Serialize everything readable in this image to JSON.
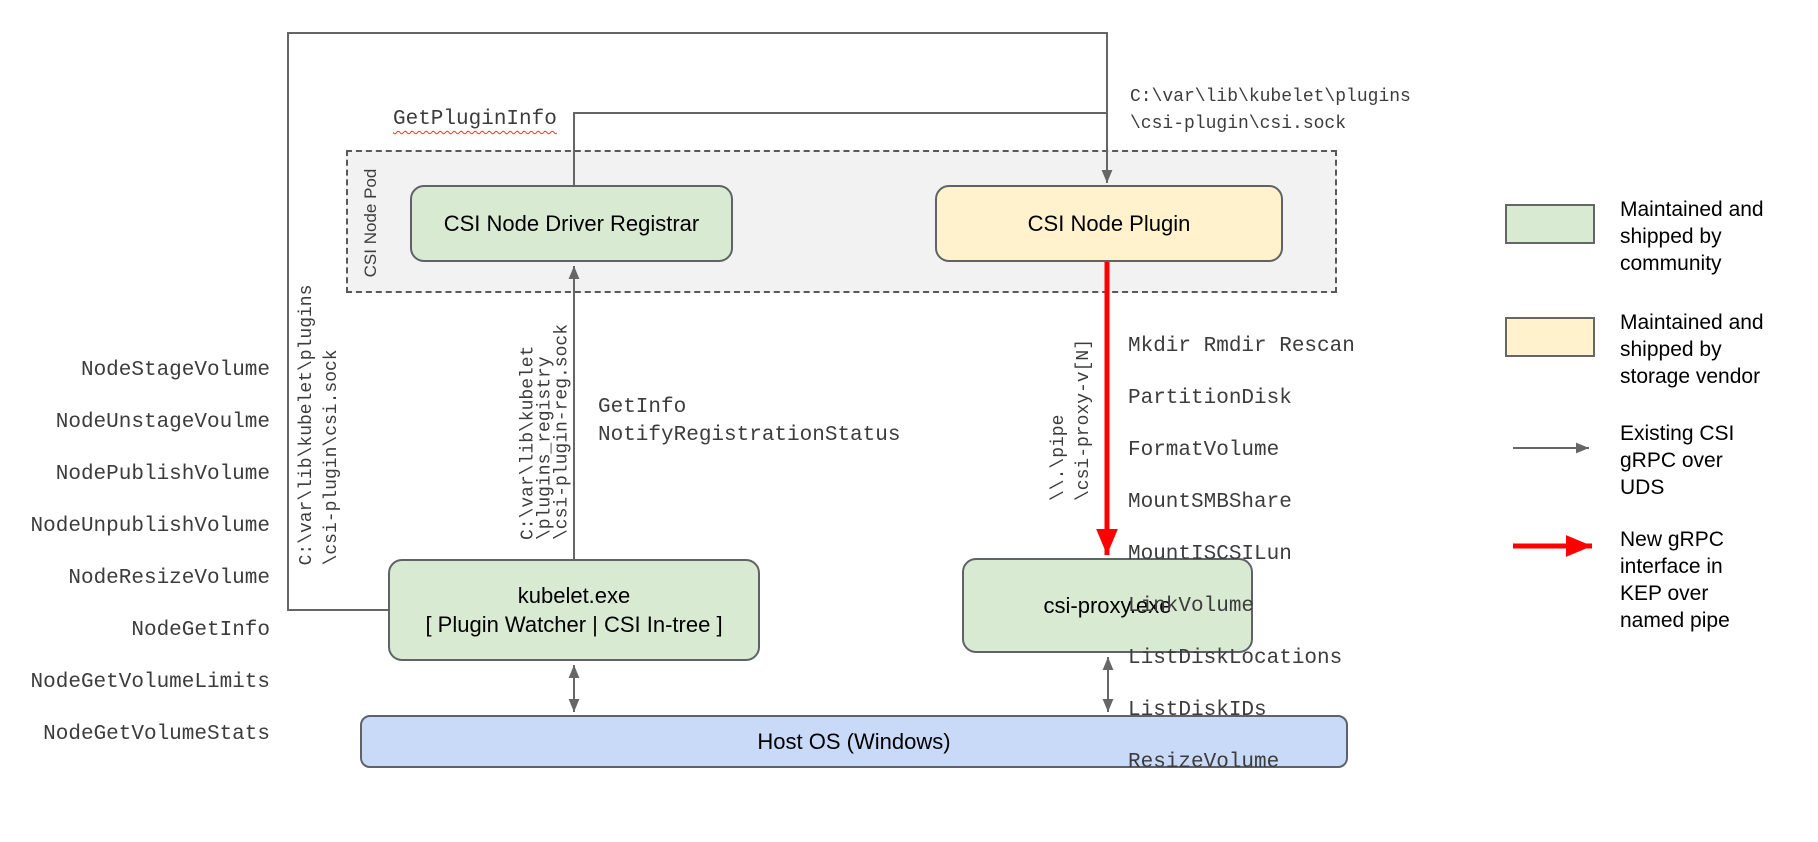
{
  "diagram": {
    "pod_label": "CSI Node Pod",
    "boxes": {
      "registrar": {
        "label": "CSI Node Driver Registrar",
        "color": "#d9ead3"
      },
      "node_plugin": {
        "label": "CSI Node Plugin",
        "color": "#fff2cc"
      },
      "kubelet": {
        "line1": "kubelet.exe",
        "line2": "[ Plugin Watcher | CSI In-tree ]",
        "color": "#d9ead3"
      },
      "csi_proxy": {
        "label": "csi-proxy.exe",
        "color": "#d9ead3"
      },
      "host_os": {
        "label": "Host OS (Windows)",
        "color": "#c9daf8"
      }
    },
    "labels": {
      "get_plugin_info": "GetPluginInfo",
      "csi_sock_path_top": "C:\\var\\lib\\kubelet\\plugins\n\\csi-plugin\\csi.sock",
      "csi_sock_path_left": "C:\\var\\lib\\kubelet\\plugins\n\\csi-plugin\\csi.sock",
      "reg_sock_path": "C:\\var\\lib\\kubelet\n\\plugins_registry\n\\csi-plugin-reg.sock",
      "named_pipe_path": "\\\\.\\pipe\n\\csi-proxy-v[N]",
      "registration_calls": "GetInfo\nNotifyRegistrationStatus"
    },
    "node_calls": [
      "NodeStageVolume",
      "NodeUnstageVoulme",
      "NodePublishVolume",
      "NodeUnpublishVolume",
      "NodeResizeVolume",
      "NodeGetInfo",
      "NodeGetVolumeLimits",
      "NodeGetVolumeStats"
    ],
    "proxy_calls": [
      "Mkdir Rmdir Rescan",
      "PartitionDisk",
      "FormatVolume",
      "MountSMBShare",
      "MountISCSILun",
      "LinkVolume",
      "ListDiskLocations",
      "ListDiskIDs",
      "ResizeVolume"
    ],
    "legend": [
      {
        "swatch": "box",
        "color": "#d9ead3",
        "text": "Maintained and\nshipped by\ncommunity"
      },
      {
        "swatch": "box",
        "color": "#fff2cc",
        "text": "Maintained and\nshipped by\nstorage vendor"
      },
      {
        "swatch": "arrow",
        "color": "#666666",
        "text": "Existing CSI\ngRPC over\nUDS"
      },
      {
        "swatch": "arrow",
        "color": "#ff0000",
        "text": "New gRPC\ninterface in\nKEP over\nnamed pipe"
      }
    ],
    "colors": {
      "community_green": "#d9ead3",
      "vendor_yellow": "#fff2cc",
      "host_blue": "#c9daf8",
      "pod_gray": "#f2f2f2",
      "wire_gray": "#666666",
      "new_interface_red": "#ff0000"
    }
  }
}
